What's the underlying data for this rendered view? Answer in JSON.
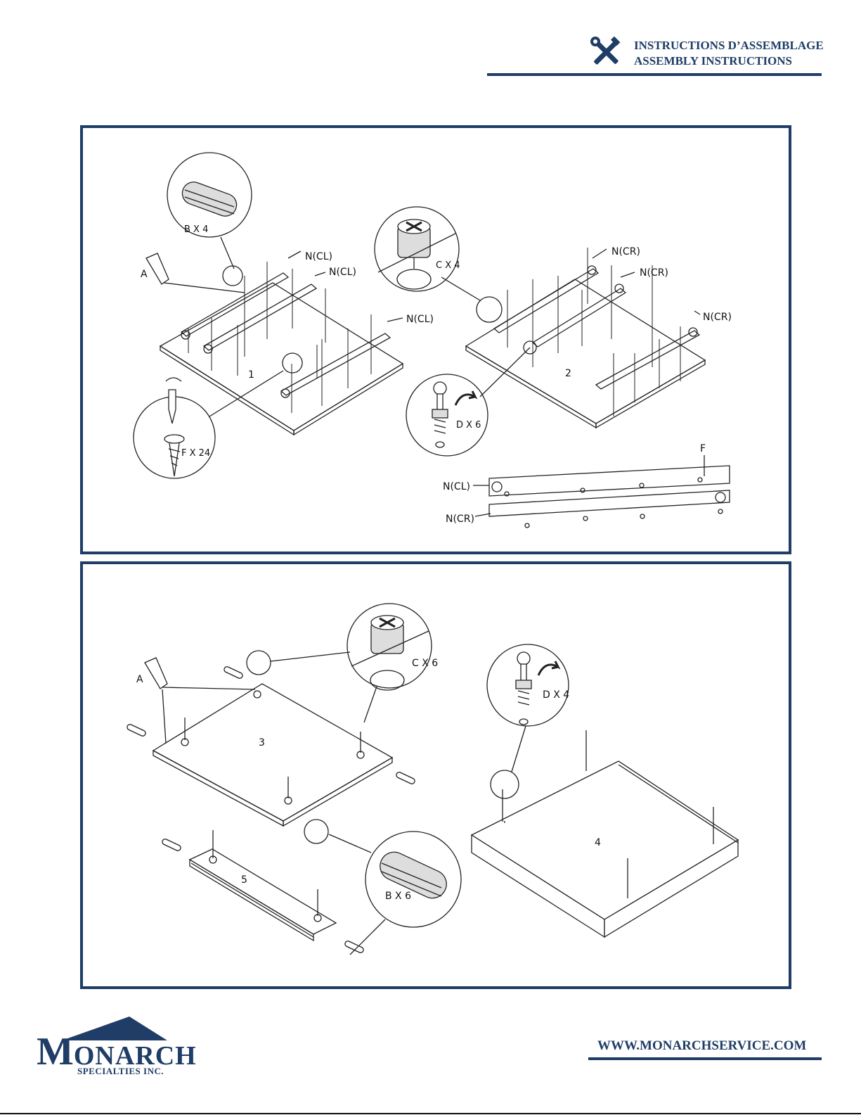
{
  "header": {
    "title_fr": "INSTRUCTIONS D’ASSEMBLAGE",
    "title_en": "ASSEMBLY INSTRUCTIONS",
    "icon": "tools-icon",
    "accent_color": "#1f3d66"
  },
  "panel1": {
    "labels": {
      "part_a": "A",
      "b_qty": "B X 4",
      "f_qty": "F X 24",
      "c_qty": "C X 4",
      "d_qty": "D X 6",
      "ncl_1": "N(CL)",
      "ncl_2": "N(CL)",
      "ncl_3": "N(CL)",
      "ncr_1": "N(CR)",
      "ncr_2": "N(CR)",
      "ncr_3": "N(CR)",
      "step1": "1",
      "step2": "2",
      "rail_f": "F",
      "rail_ncl": "N(CL)",
      "rail_ncr": "N(CR)"
    }
  },
  "panel2": {
    "labels": {
      "part_a": "A",
      "c_qty": "C X 6",
      "d_qty": "D X 4",
      "b_qty": "B X 6",
      "step3": "3",
      "step4": "4",
      "step5": "5"
    }
  },
  "footer": {
    "brand_initial": "M",
    "brand_rest": "ONARCH",
    "brand_sub": "SPECIALTIES INC.",
    "website": "WWW.MONARCHSERVICE.COM"
  }
}
